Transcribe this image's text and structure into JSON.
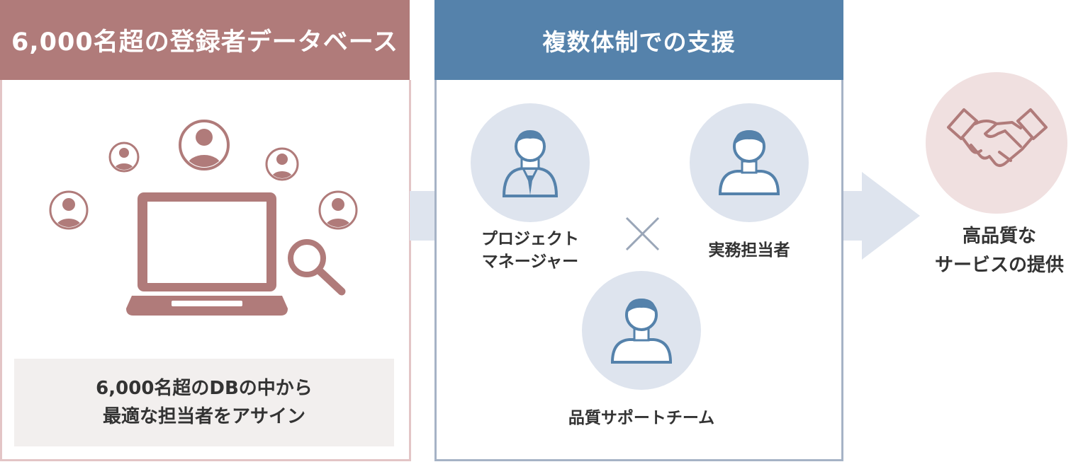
{
  "database_panel": {
    "title": "6,000名超の登録者データベース",
    "caption_line1": "6,000名超のDBの中から",
    "caption_line2": "最適な担当者をアサイン",
    "accent_color": "#b07b7a",
    "icons": [
      "person-icon",
      "laptop-icon",
      "magnifier-icon"
    ]
  },
  "support_panel": {
    "title": "複数体制での支援",
    "accent_color": "#5582ab",
    "roles": [
      {
        "line1": "プロジェクト",
        "line2": "マネージャー",
        "icon": "businessman-icon"
      },
      {
        "line1": "実務担当者",
        "icon": "person-icon"
      },
      {
        "line1": "品質サポートチーム",
        "icon": "person-icon"
      }
    ],
    "connector_icon": "times-icon"
  },
  "result": {
    "line1": "高品質な",
    "line2": "サービスの提供",
    "icon": "handshake-icon"
  }
}
